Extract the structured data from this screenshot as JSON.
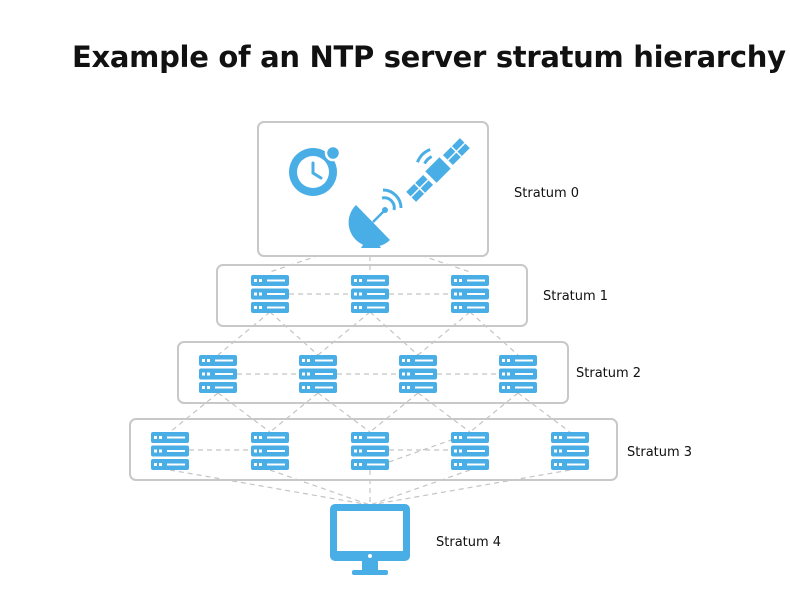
{
  "title": "Example of an NTP server stratum hierarchy",
  "strata": [
    {
      "label": "Stratum 0",
      "devices": [
        "atomic-clock-icon",
        "satellite-icon",
        "radio-dish-icon"
      ]
    },
    {
      "label": "Stratum 1",
      "devices": [
        "server",
        "server",
        "server"
      ]
    },
    {
      "label": "Stratum 2",
      "devices": [
        "server",
        "server",
        "server",
        "server"
      ]
    },
    {
      "label": "Stratum 3",
      "devices": [
        "server",
        "server",
        "server",
        "server",
        "server"
      ]
    },
    {
      "label": "Stratum 4",
      "devices": [
        "monitor-icon"
      ]
    }
  ],
  "colors": {
    "icon": "#4aaee6",
    "panel_border": "#c8c8c8",
    "connector": "#c4c4c4",
    "text": "#111111"
  }
}
